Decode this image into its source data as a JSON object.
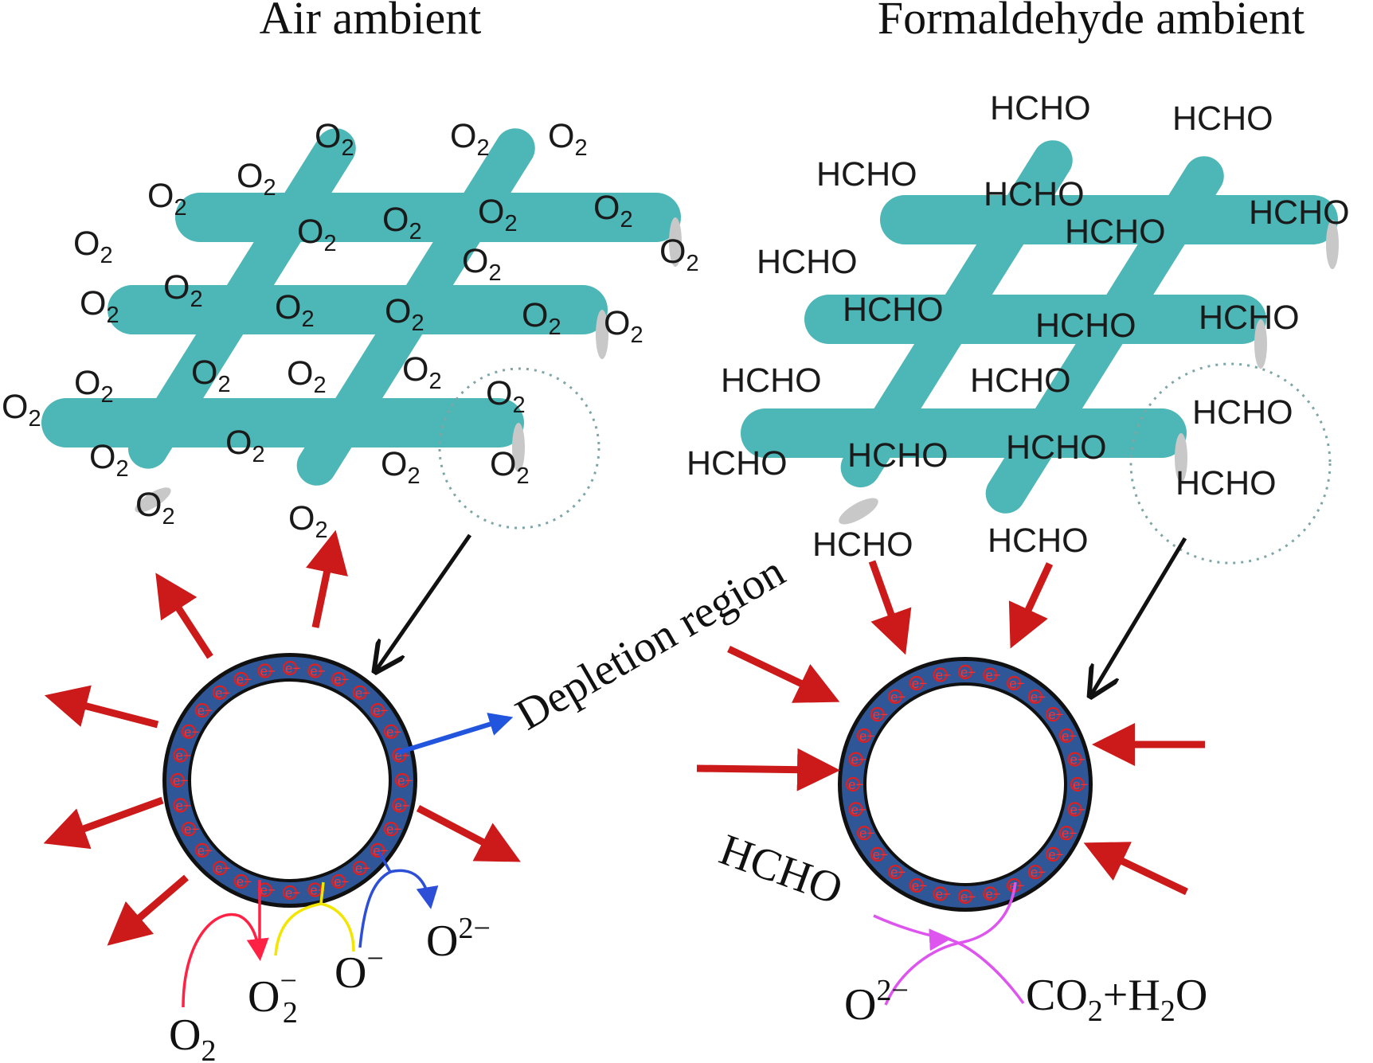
{
  "panels": {
    "left": {
      "title": "Air ambient"
    },
    "right": {
      "title": "Formaldehyde ambient"
    }
  },
  "molecules": {
    "oxygen": {
      "base": "O",
      "subscript": "2"
    },
    "formaldehyde": "HCHO"
  },
  "electron": {
    "symbol": "e",
    "charge": "−"
  },
  "labels": {
    "depletion_region": "Depletion region",
    "air_reaction": {
      "o2": {
        "base": "O",
        "subscript": "2"
      },
      "o2_minus": {
        "base": "O",
        "superscript": "−",
        "subscript": "2"
      },
      "o_minus": {
        "base": "O",
        "superscript": "−"
      },
      "o2_double_minus": {
        "base": "O",
        "superscript": "2−"
      }
    },
    "hcho_reaction": {
      "reactant": "HCHO",
      "oxygen_ion": {
        "base": "O",
        "superscript": "2−"
      },
      "products": {
        "co": "CO",
        "co_sub": "2",
        "plus": "+H",
        "h_sub": "2",
        "o": "O"
      }
    }
  },
  "colors": {
    "nanofiber": "#4db6b6",
    "fiber_end": "#c8c8c8",
    "shell": "#2f5797",
    "electron": "#e02020",
    "arrow_red": "#cc1a1a",
    "arrow_black": "#111111",
    "arrow_blue": "#2255dd",
    "o2_path": "#ff2244",
    "o_minus_path": "#f2e600",
    "o2minus_path": "#2d4fd8",
    "hcho_path": "#dd55ee",
    "zoom_circle": "#7fa6a6"
  },
  "icons": {
    "nanofiber_network": "nanofiber-network-icon",
    "nanofiber_cross_section": "nanofiber-cross-section-icon",
    "electron_flow_arrow": "arrow-icon"
  }
}
